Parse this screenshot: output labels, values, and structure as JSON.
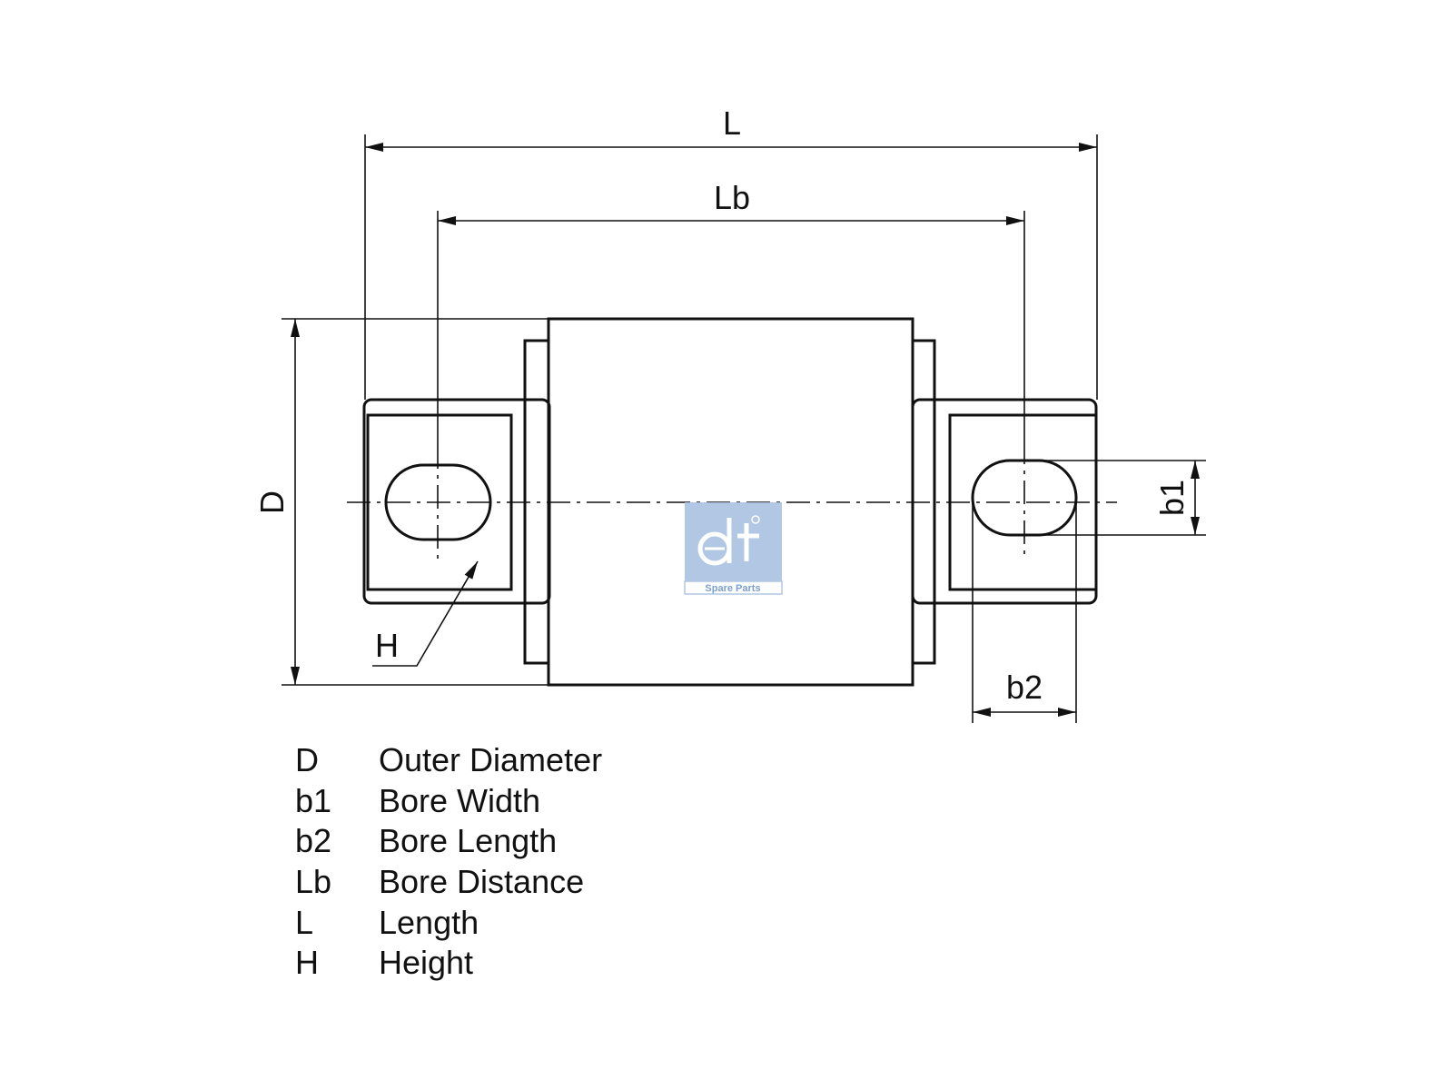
{
  "dimensions": {
    "L": "L",
    "Lb": "Lb",
    "D": "D",
    "b1": "b1",
    "b2": "b2",
    "H": "H"
  },
  "legend": [
    {
      "symbol": "D",
      "description": "Outer Diameter"
    },
    {
      "symbol": "b1",
      "description": "Bore Width"
    },
    {
      "symbol": "b2",
      "description": "Bore Length"
    },
    {
      "symbol": "Lb",
      "description": "Bore Distance"
    },
    {
      "symbol": "L",
      "description": "Length"
    },
    {
      "symbol": "H",
      "description": "Height"
    }
  ],
  "logo": {
    "mark": "dt",
    "tagline": "Spare Parts",
    "color": "#a9c2e2"
  }
}
